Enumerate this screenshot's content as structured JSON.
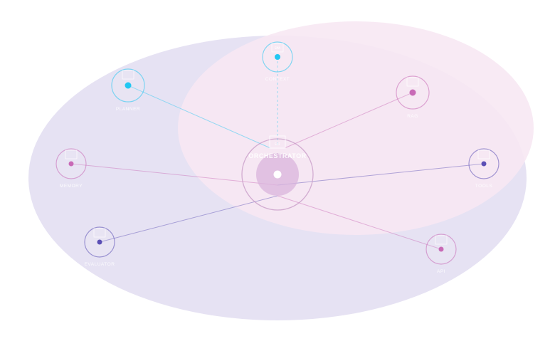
{
  "colors": {
    "background": "#ffffff",
    "blob_primary": "#e6e2f3",
    "blob_secondary": "#f7e8f3",
    "cyan": "#22c7f2",
    "magenta": "#c86ab6",
    "indigo": "#5b4fb5",
    "center_core": "#d9b4dc",
    "center_ring": "#c99ec8"
  },
  "center": {
    "label": "ORCHESTRATOR",
    "badge": "SAF",
    "color": "magenta"
  },
  "nodes": [
    {
      "id": "node-top",
      "label": "CONTEXT",
      "badge": "SMA",
      "color": "cyan",
      "link_color": "cyan",
      "dashed": true
    },
    {
      "id": "node-top-left",
      "label": "PLANNER",
      "badge": "",
      "color": "cyan",
      "link_color": "cyan",
      "dashed": false
    },
    {
      "id": "node-top-right",
      "label": "RAG",
      "badge": "",
      "color": "magenta",
      "link_color": "magenta",
      "dashed": false
    },
    {
      "id": "node-left",
      "label": "MEMORY",
      "badge": "",
      "color": "magenta",
      "link_color": "magenta",
      "dashed": false
    },
    {
      "id": "node-right",
      "label": "TOOLS",
      "badge": "",
      "color": "indigo",
      "link_color": "indigo",
      "dashed": false
    },
    {
      "id": "node-bottom-left",
      "label": "EVALUATOR",
      "badge": "",
      "color": "indigo",
      "link_color": "indigo",
      "dashed": false
    },
    {
      "id": "node-bottom-right",
      "label": "API",
      "badge": "",
      "color": "magenta",
      "link_color": "magenta",
      "dashed": false
    }
  ]
}
